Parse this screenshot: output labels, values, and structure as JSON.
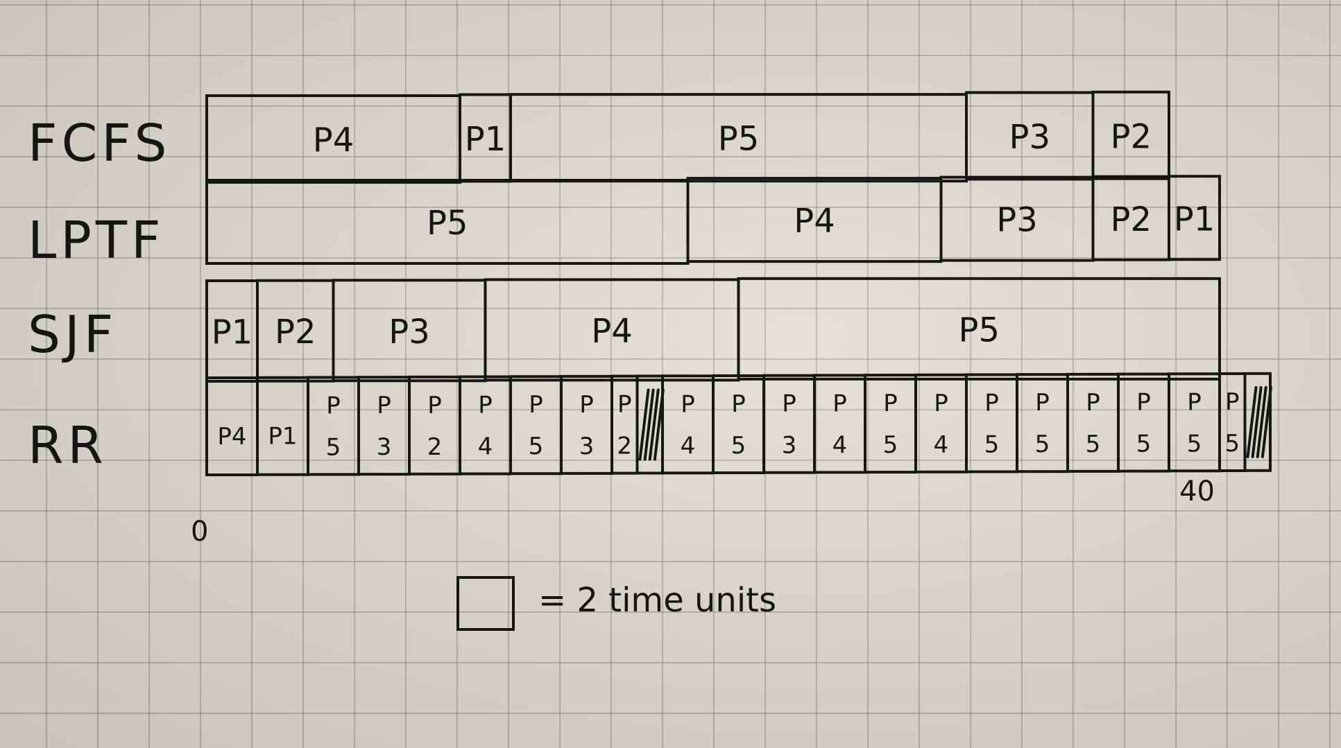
{
  "rows": [
    {
      "label": "FCFS",
      "blocks": [
        {
          "t0": 0,
          "t1": 10,
          "label": "P4"
        },
        {
          "t0": 10,
          "t1": 12,
          "label": "P1"
        },
        {
          "t0": 12,
          "t1": 30,
          "label": "P5"
        },
        {
          "t0": 30,
          "t1": 35,
          "label": "P3"
        },
        {
          "t0": 35,
          "t1": 38,
          "label": "P2"
        }
      ]
    },
    {
      "label": "LPTF",
      "blocks": [
        {
          "t0": 0,
          "t1": 19,
          "label": "P5"
        },
        {
          "t0": 19,
          "t1": 29,
          "label": "P4"
        },
        {
          "t0": 29,
          "t1": 35,
          "label": "P3"
        },
        {
          "t0": 35,
          "t1": 38,
          "label": "P2"
        },
        {
          "t0": 38,
          "t1": 40,
          "label": "P1"
        }
      ]
    },
    {
      "label": "SJF",
      "blocks": [
        {
          "t0": 0,
          "t1": 2,
          "label": "P1"
        },
        {
          "t0": 2,
          "t1": 5,
          "label": "P2"
        },
        {
          "t0": 5,
          "t1": 11,
          "label": "P3"
        },
        {
          "t0": 11,
          "t1": 21,
          "label": "P4"
        },
        {
          "t0": 21,
          "t1": 40,
          "label": "P5"
        }
      ]
    },
    {
      "label": "RR",
      "blocks": [
        {
          "t0": 0,
          "t1": 2,
          "top": "P4",
          "bottom": ""
        },
        {
          "t0": 2,
          "t1": 4,
          "top": "P1",
          "bottom": ""
        },
        {
          "t0": 4,
          "t1": 6,
          "top": "P",
          "bottom": "5"
        },
        {
          "t0": 6,
          "t1": 8,
          "top": "P",
          "bottom": "3"
        },
        {
          "t0": 8,
          "t1": 10,
          "top": "P",
          "bottom": "2"
        },
        {
          "t0": 10,
          "t1": 12,
          "top": "P",
          "bottom": "4"
        },
        {
          "t0": 12,
          "t1": 14,
          "top": "P",
          "bottom": "5"
        },
        {
          "t0": 14,
          "t1": 16,
          "top": "P",
          "bottom": "3"
        },
        {
          "t0": 16,
          "t1": 17,
          "top": "P",
          "bottom": "2"
        },
        {
          "t0": 17,
          "t1": 18,
          "top": "",
          "bottom": "",
          "hatched": true
        },
        {
          "t0": 18,
          "t1": 20,
          "top": "P",
          "bottom": "4"
        },
        {
          "t0": 20,
          "t1": 22,
          "top": "P",
          "bottom": "5"
        },
        {
          "t0": 22,
          "t1": 24,
          "top": "P",
          "bottom": "3"
        },
        {
          "t0": 24,
          "t1": 26,
          "top": "P",
          "bottom": "4"
        },
        {
          "t0": 26,
          "t1": 28,
          "top": "P",
          "bottom": "5"
        },
        {
          "t0": 28,
          "t1": 30,
          "top": "P",
          "bottom": "4"
        },
        {
          "t0": 30,
          "t1": 32,
          "top": "P",
          "bottom": "5"
        },
        {
          "t0": 32,
          "t1": 34,
          "top": "P",
          "bottom": "5"
        },
        {
          "t0": 34,
          "t1": 36,
          "top": "P",
          "bottom": "5"
        },
        {
          "t0": 36,
          "t1": 38,
          "top": "P",
          "bottom": "5"
        },
        {
          "t0": 38,
          "t1": 40,
          "top": "P",
          "bottom": "5"
        },
        {
          "t0": 40,
          "t1": 41,
          "top": "P",
          "bottom": "5"
        },
        {
          "t0": 41,
          "t1": 42,
          "top": "",
          "bottom": "",
          "hatched": true
        }
      ]
    }
  ],
  "axis": {
    "start": "0",
    "end": "40",
    "end_value": 40
  },
  "legend": {
    "text": "= 2 time units"
  },
  "colors": {
    "ink": "#161616",
    "paper": "#dedad3",
    "grid": "#8a8a8e"
  }
}
